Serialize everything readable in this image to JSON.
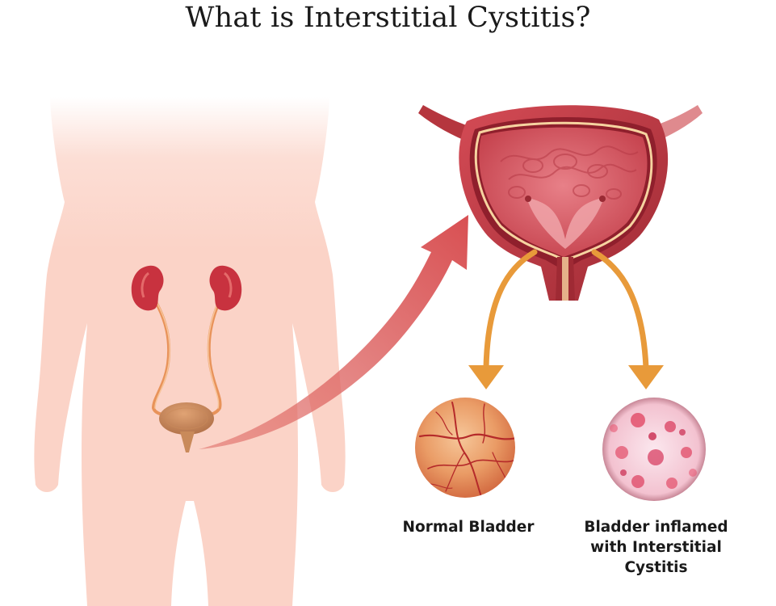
{
  "title": "What is Interstitial Cystitis?",
  "captions": {
    "normal": "Normal Bladder",
    "inflamed_lines": [
      "Bladder inflamed",
      "with Interstitial",
      "Cystitis"
    ]
  },
  "colors": {
    "body_skin": "#fbd3c7",
    "kidney": "#c8323f",
    "ureter": "#e8935a",
    "small_bladder": "#c98a5a",
    "big_arrow": "#d85a5a",
    "branch_arrows": "#e89a3a",
    "bladder_outer": "#b5363e",
    "bladder_inner": "#d9626a",
    "normal_tissue": "#e88a5c",
    "inflamed_tissue": "#f6d6df"
  },
  "icons": {
    "body": "human-torso-silhouette",
    "kidneys": "kidney-icon",
    "bladder_small": "bladder-icon",
    "bladder_cross_section": "bladder-cross-section",
    "arrow_main": "curved-arrow",
    "arrow_left": "down-arrow",
    "arrow_right": "down-arrow",
    "normal_view": "normal-bladder-tissue",
    "inflamed_view": "inflamed-bladder-tissue"
  }
}
